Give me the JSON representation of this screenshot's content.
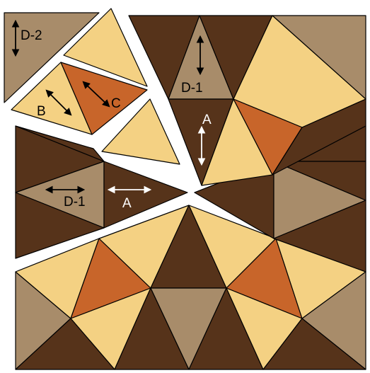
{
  "colors": {
    "dark_brown": "#56331a",
    "tan": "#a88c6a",
    "light_yellow": "#f4d183",
    "orange": "#c8652a",
    "gap": "#ffffff"
  },
  "labels": {
    "a_right": "A",
    "a_left": "A",
    "b": "B",
    "c": "C",
    "d1_top": "D-1",
    "d1_left": "D-1",
    "d2": "D-2"
  }
}
